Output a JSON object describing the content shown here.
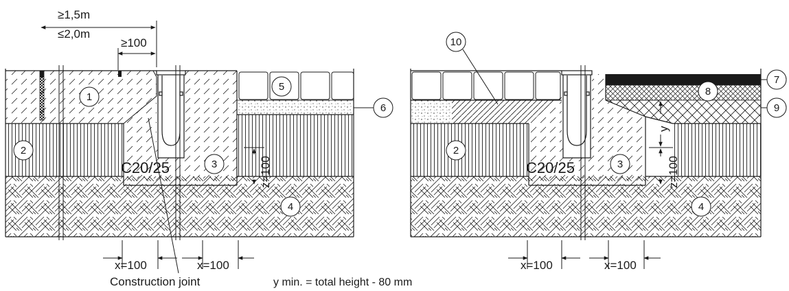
{
  "dimensions": {
    "width_min": "≥1,5m",
    "width_max": "≤2,0m",
    "edge_min": "≥100",
    "x_left_1": "x=100",
    "x_left_2": "x=100",
    "x_right_1": "x=100",
    "x_right_2": "x=100",
    "z_left": "z=100",
    "z_right": "z=100",
    "y_right": "y"
  },
  "concrete_grade_left": "C20/25",
  "concrete_grade_right": "C20/25",
  "labels": {
    "construction_joint": "Construction joint",
    "note": "y min. = total height - 80 mm"
  },
  "callouts": {
    "c1": "1",
    "c2_left": "2",
    "c3_left": "3",
    "c4_left": "4",
    "c5": "5",
    "c6": "6",
    "c2_right": "2",
    "c3_right": "3",
    "c4_right": "4",
    "c7": "7",
    "c8": "8",
    "c9": "9",
    "c10": "10"
  },
  "colors": {
    "line": "#1a1a1a",
    "asphalt": "#1a1a1a",
    "background": "#ffffff"
  }
}
